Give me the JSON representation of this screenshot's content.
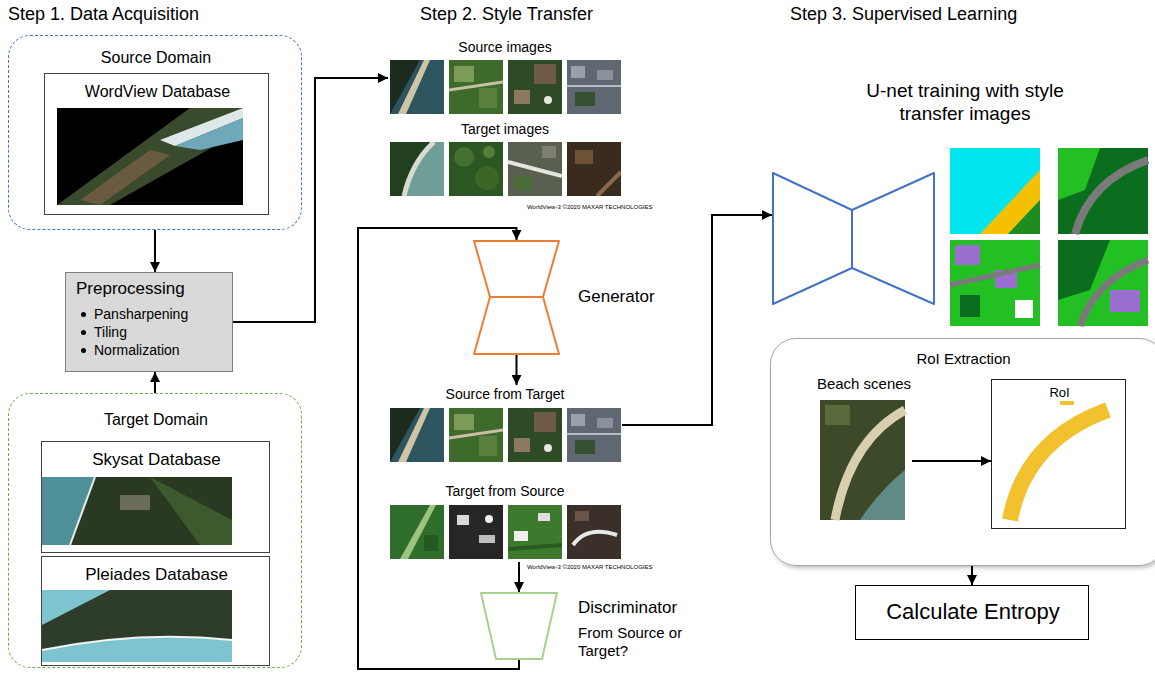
{
  "diagram": {
    "nodes": [
      {
        "text": [
          "Source Domain"
        ]
      },
      {
        "text": [
          "WordView Database"
        ],
        "in": 0
      },
      {
        "text": [
          "Preprocessing",
          "Pansharpening",
          "Tiling",
          "Normalization"
        ]
      },
      {
        "text": [
          "Target Domain"
        ]
      },
      {
        "text": [
          "Skysat Database"
        ],
        "in": 3
      },
      {
        "text": [
          "Pleiades Database"
        ],
        "in": 3
      },
      {
        "text": [
          "Source images"
        ]
      },
      {
        "text": [
          "Target images"
        ]
      },
      {
        "text": [
          "Generator"
        ]
      },
      {
        "text": [
          "Source from Target"
        ]
      },
      {
        "text": [
          "Target from Source"
        ]
      },
      {
        "text": [
          "Discriminator",
          "From Source or Target?"
        ]
      },
      {
        "text": [
          "U-net training with style transfer images"
        ]
      },
      {
        "text": [
          "RoI Extraction"
        ]
      },
      {
        "text": [
          "Beach scenes"
        ],
        "in": 13
      },
      {
        "text": [
          "RoI"
        ],
        "in": 13
      },
      {
        "text": [
          "Calculate Entropy"
        ]
      }
    ],
    "edges": [
      {
        "from": 0,
        "to": 2,
        "arrow": "to"
      },
      {
        "from": 3,
        "to": 2,
        "arrow": "to"
      },
      {
        "from": 2,
        "to": 6,
        "arrow": "to"
      },
      {
        "from": 8,
        "to": 9,
        "arrow": "to"
      },
      {
        "from": 10,
        "to": 11,
        "arrow": "to"
      },
      {
        "from": 11,
        "to": 8,
        "arrow": "to"
      },
      {
        "from": 9,
        "to": 12,
        "arrow": "to"
      },
      {
        "from": 14,
        "to": 15,
        "arrow": "to"
      },
      {
        "from": 13,
        "to": 16,
        "arrow": "to"
      }
    ],
    "labels": [
      "Step 1. Data Acquisition",
      "Step 2. Style Transfer",
      "Step 3. Supervised Learning",
      "WorldView-3 ©2020 MAXAR TECHNOLOGIES",
      "WorldView-3 ©2020 MAXAR TECHNOLOGIES"
    ]
  }
}
